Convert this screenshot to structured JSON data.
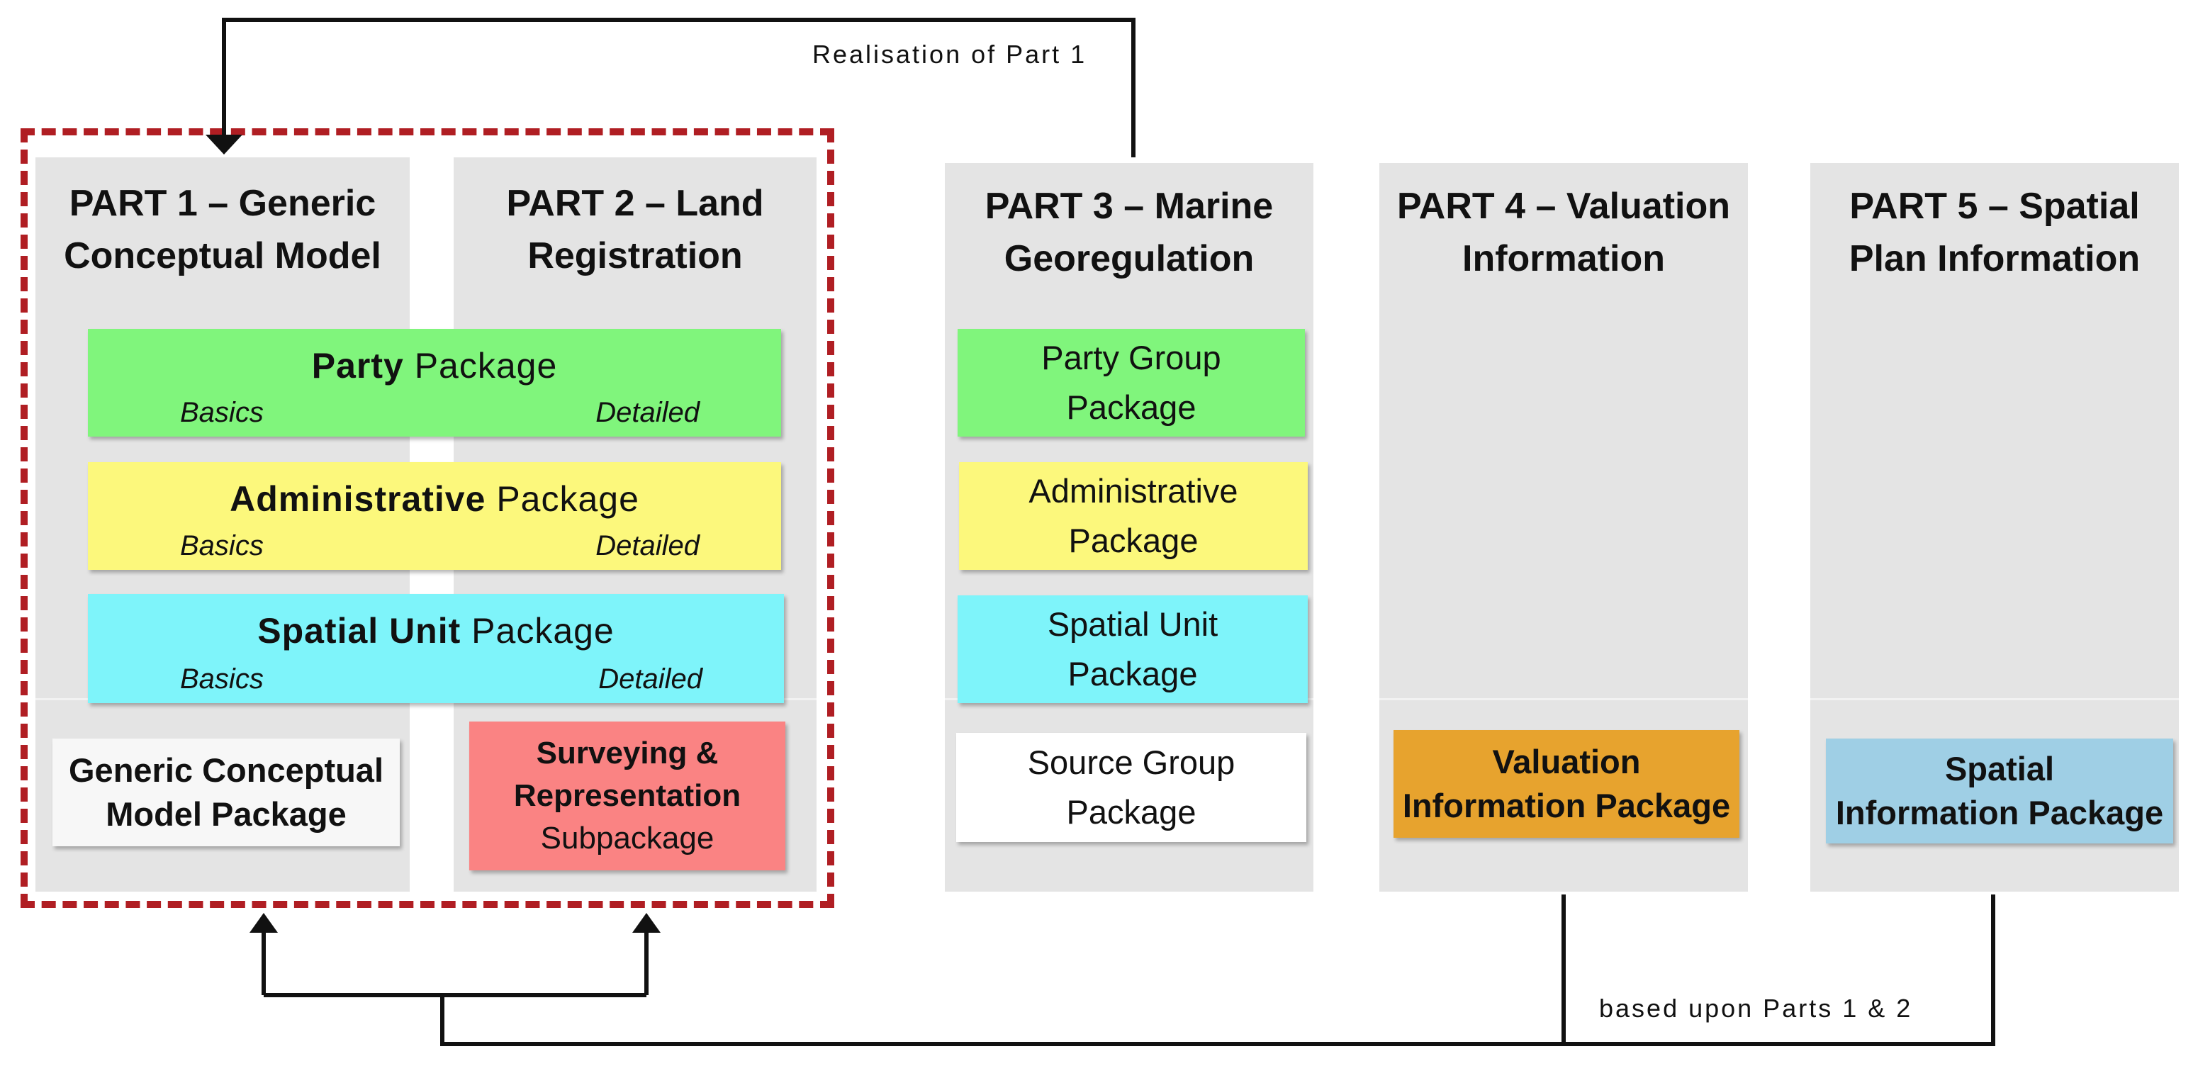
{
  "parts": [
    {
      "id": "part1",
      "title_line1": "PART 1 – Generic",
      "title_line2": "Conceptual Model"
    },
    {
      "id": "part2",
      "title_line1": "PART 2 – Land",
      "title_line2": "Registration"
    },
    {
      "id": "part3",
      "title_line1": "PART 3 – Marine",
      "title_line2": "Georegulation"
    },
    {
      "id": "part4",
      "title_line1": "PART 4 – Valuation",
      "title_line2": "Information"
    },
    {
      "id": "part5",
      "title_line1": "PART 5 – Spatial",
      "title_line2": "Plan Information"
    }
  ],
  "shared_packages": [
    {
      "bold": "Party",
      "rest": " Package",
      "left": "Basics",
      "right": "Detailed",
      "color": "#80f57c"
    },
    {
      "bold": "Administrative",
      "rest": " Package",
      "left": "Basics",
      "right": "Detailed",
      "color": "#fcf87c"
    },
    {
      "bold": "Spatial Unit",
      "rest": " Package",
      "left": "Basics",
      "right": "Detailed",
      "color": "#7ef4fa"
    }
  ],
  "part1_package": {
    "line1": "Generic Conceptual",
    "line2": "Model Package",
    "color": "#f7f7f7"
  },
  "part2_package": {
    "line1": "Surveying &",
    "line2": "Representation",
    "line3": "Subpackage",
    "color": "#fa8383"
  },
  "part3_packages": [
    {
      "line1": "Party Group",
      "line2": "Package",
      "color": "#80f57c"
    },
    {
      "line1": "Administrative",
      "line2": "Package",
      "color": "#fcf87c"
    },
    {
      "line1": "Spatial Unit",
      "line2": "Package",
      "color": "#7ef4fa"
    },
    {
      "line1": "Source Group",
      "line2": "Package",
      "color": "#ffffff"
    }
  ],
  "part4_package": {
    "line1": "Valuation",
    "line2": "Information Package",
    "color": "#e7a32e"
  },
  "part5_package": {
    "line1": "Spatial",
    "line2": "Information Package",
    "color": "#9fcfe5"
  },
  "connectors": {
    "top_label": "Realisation of Part 1",
    "bottom_label": "based upon Parts 1 & 2"
  },
  "colors": {
    "dashed_border": "#b01e23",
    "column_bg": "#e4e4e4"
  }
}
